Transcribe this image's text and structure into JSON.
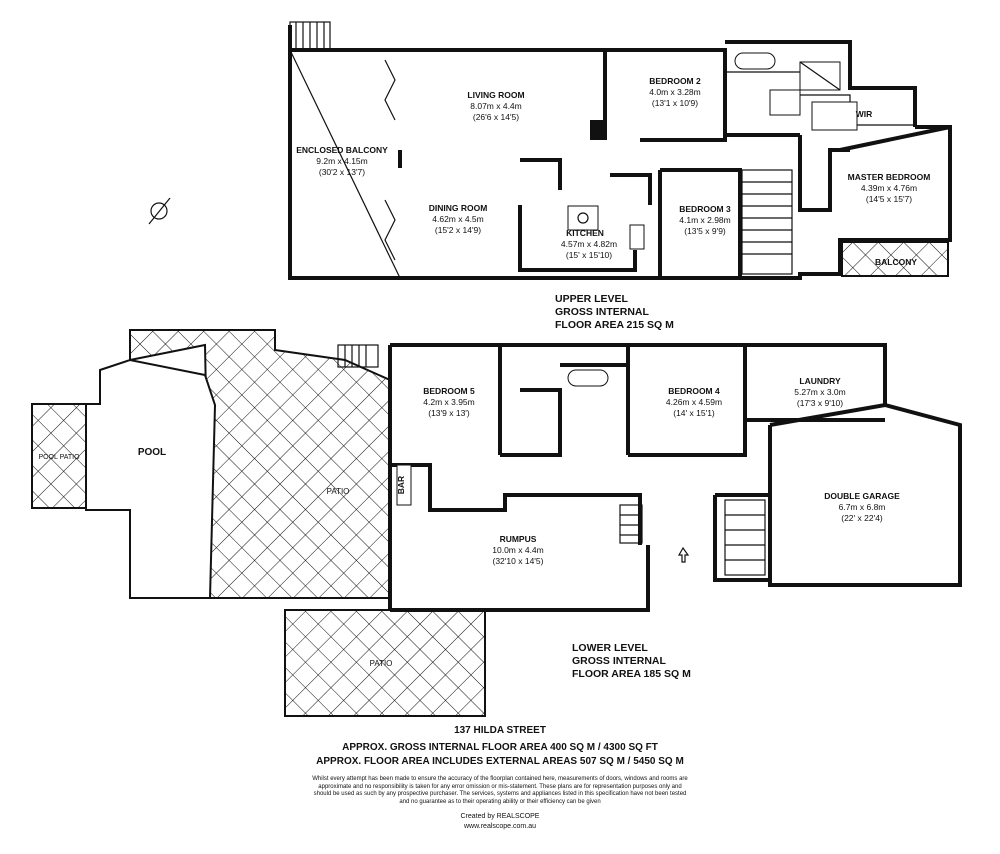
{
  "rooms_upper": [
    {
      "name": "LIVING ROOM",
      "m": "8.07m x 4.4m",
      "ft": "(26'6 x 14'5)"
    },
    {
      "name": "BEDROOM 2",
      "m": "4.0m x 3.28m",
      "ft": "(13'1 x 10'9)"
    },
    {
      "name": "ENCLOSED BALCONY",
      "m": "9.2m x 4.15m",
      "ft": "(30'2 x 13'7)"
    },
    {
      "name": "MASTER BEDROOM",
      "m": "4.39m x 4.76m",
      "ft": "(14'5 x 15'7)"
    },
    {
      "name": "DINING ROOM",
      "m": "4.62m x 4.5m",
      "ft": "(15'2 x 14'9)"
    },
    {
      "name": "KITCHEN",
      "m": "4.57m x 4.82m",
      "ft": "(15' x 15'10)"
    },
    {
      "name": "BEDROOM 3",
      "m": "4.1m x 2.98m",
      "ft": "(13'5 x 9'9)"
    }
  ],
  "labels_upper": {
    "wir": "WIR",
    "balcony": "BALCONY"
  },
  "upper_level": {
    "l1": "UPPER LEVEL",
    "l2": "GROSS INTERNAL",
    "l3": "FLOOR AREA 215 SQ M"
  },
  "rooms_lower": [
    {
      "name": "BEDROOM 5",
      "m": "4.2m x 3.95m",
      "ft": "(13'9 x 13')"
    },
    {
      "name": "BEDROOM 4",
      "m": "4.26m x 4.59m",
      "ft": "(14' x 15'1)"
    },
    {
      "name": "LAUNDRY",
      "m": "5.27m x 3.0m",
      "ft": "(17'3 x 9'10)"
    },
    {
      "name": "DOUBLE GARAGE",
      "m": "6.7m x 6.8m",
      "ft": "(22' x 22'4)"
    },
    {
      "name": "RUMPUS",
      "m": "10.0m x 4.4m",
      "ft": "(32'10 x 14'5)"
    }
  ],
  "labels_lower": {
    "pool": "POOL",
    "pool_patio": "POOL PATIO",
    "patio": "PATIO",
    "patio2": "PATIO",
    "bar": "BAR"
  },
  "lower_level": {
    "l1": "LOWER LEVEL",
    "l2": "GROSS INTERNAL",
    "l3": "FLOOR AREA 185 SQ M"
  },
  "footer": {
    "address": "137 HILDA STREET",
    "gross_area": "APPROX. GROSS INTERNAL FLOOR AREA 400 SQ M / 4300 SQ FT",
    "external_area": "APPROX. FLOOR AREA INCLUDES EXTERNAL AREAS 507 SQ M / 5450 SQ M",
    "disclaimer": "Whilst every attempt has been made to ensure the accuracy of the floorplan contained here, measurements of doors, windows and rooms are approximate and no responsibility is taken for any error omission or mis-statement. These plans are for representation purposes only and should be used as such by any prospective purchaser. The services, systems and appliances listed in this specification have not been tested and no guarantee as to their operating ability or their efficiency can be given",
    "created_by": "Created by REALSCOPE",
    "website": "www.realscope.com.au"
  },
  "colors": {
    "ink": "#111111",
    "paper": "#ffffff"
  }
}
